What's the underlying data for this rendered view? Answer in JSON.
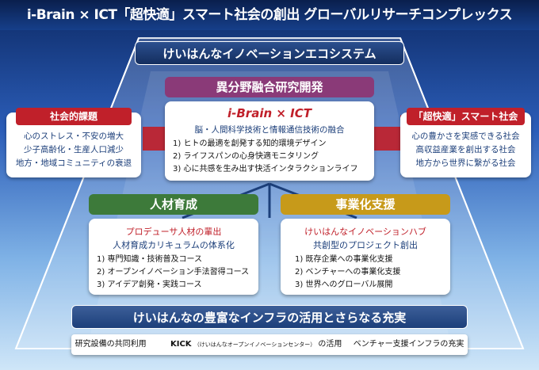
{
  "title": "i-Brain × ICT「超快適」スマート社会の創出 グローバルリサーチコンプレックス",
  "ecosystem": "けいはんなイノベーションエコシステム",
  "research": {
    "header": "異分野融合研究開発",
    "name": "i-Brain × ICT",
    "subtitle": "脳・人間科学技術と情報通信技術の融合",
    "items": [
      "1) ヒトの最適を創発する知的環境デザイン",
      "2) ライフスパンの心身快適モニタリング",
      "3) 心に共感を生み出す快活インタラクションライフ"
    ]
  },
  "social": {
    "header": "社会的課題",
    "items": [
      "心のストレス・不安の増大",
      "少子高齢化・生産人口減少",
      "地方・地域コミュニティの衰退"
    ]
  },
  "smart": {
    "header": "「超快適」スマート社会",
    "items": [
      "心の豊かさを実感できる社会",
      "高収益産業を創出する社会",
      "地方から世界に繋がる社会"
    ]
  },
  "hr": {
    "header": "人材育成",
    "line1": "プロデューサ人材の輩出",
    "line2": "人材育成カリキュラムの体系化",
    "items": [
      "1) 専門知識・技術普及コース",
      "2) オープンイノベーション手法習得コース",
      "3) アイデア創発・実践コース"
    ]
  },
  "biz": {
    "header": "事業化支援",
    "line1": "けいはんなイノベーションハブ",
    "line2": "共創型のプロジェクト創出",
    "items": [
      "1) 既存企業への事業化支援",
      "2) ベンチャーへの事業化支援",
      "3) 世界へのグローバル展開"
    ]
  },
  "infra": {
    "header": "けいはんなの豊富なインフラの活用とさらなる充実",
    "item1": "研究設備の共同利用",
    "kick": "KICK",
    "kick_note": "（けいはんなオープンイノベーションセンター）",
    "item2": "の活用",
    "item3": "ベンチャー支援インフラの充実"
  },
  "colors": {
    "red": "#c0202a",
    "purple": "#8a3a78",
    "green": "#3d7a3a",
    "gold": "#c79a1a",
    "navy": "#1c3f7a"
  }
}
